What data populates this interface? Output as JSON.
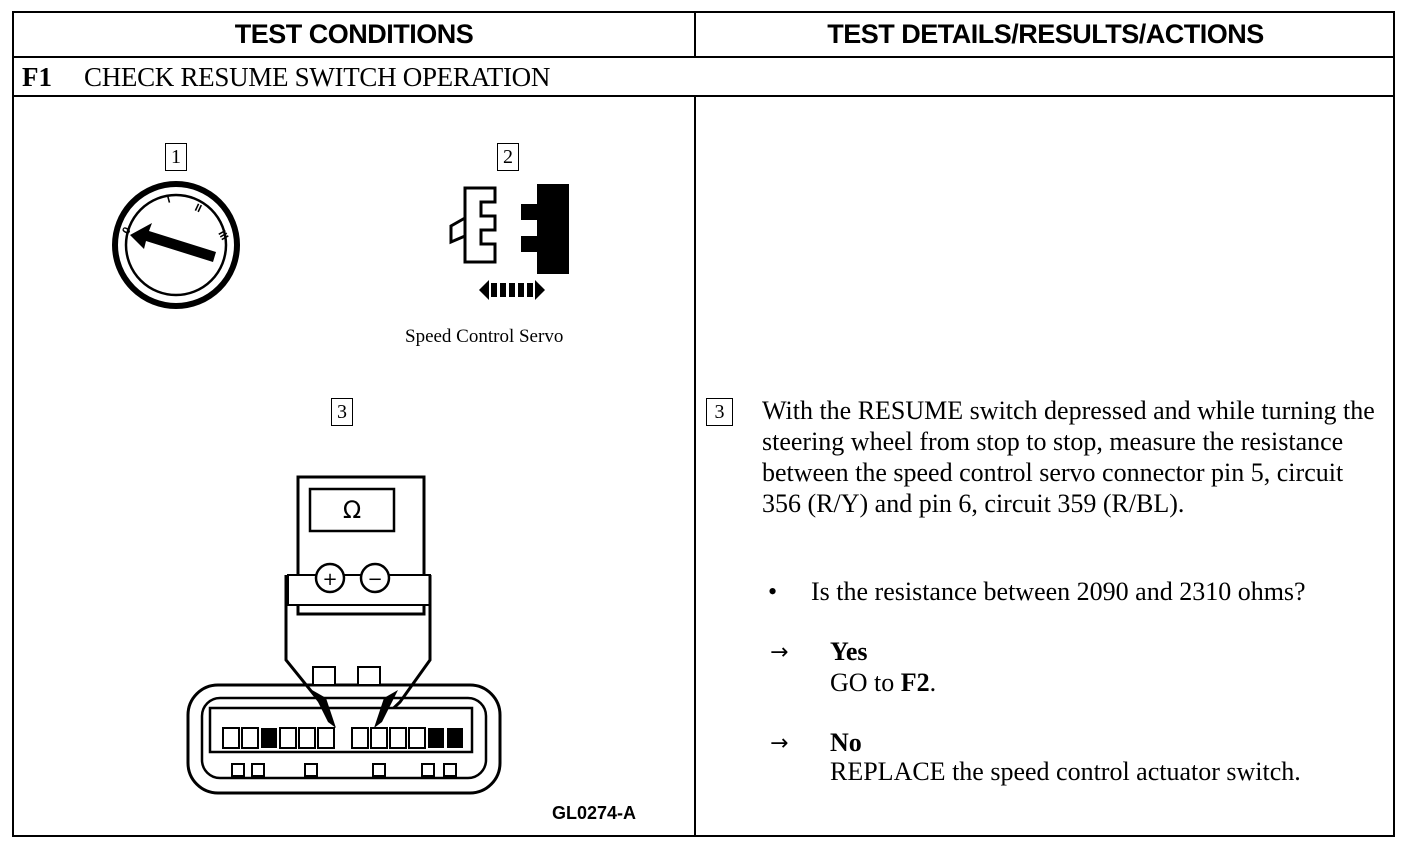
{
  "header": {
    "left_title": "TEST CONDITIONS",
    "right_title": "TEST DETAILS/RESULTS/ACTIONS"
  },
  "step": {
    "id": "F1",
    "title": "CHECK RESUME SWITCH OPERATION"
  },
  "figure": {
    "callout_1": "1",
    "callout_2": "2",
    "callout_3": "3",
    "ignition_positions": [
      "0",
      "I",
      "II",
      "III"
    ],
    "servo_caption": "Speed Control Servo",
    "meter_symbol": "Ω",
    "meter_plus": "+",
    "meter_minus": "−",
    "figure_code": "GL0274-A",
    "icons": [
      "ignition-key-icon",
      "connector-separate-icon",
      "ohmmeter-icon",
      "connector-probe-icon"
    ]
  },
  "details": {
    "callout": "3",
    "instruction": "With the RESUME switch depressed and while turning the steering wheel from stop to stop, measure the resistance between the speed control servo connector pin 5, circuit 356 (R/Y) and pin 6, circuit 359 (R/BL).",
    "bullet": "•",
    "question": "Is the resistance between 2090 and 2310 ohms?",
    "arrow": "→",
    "yes_label": "Yes",
    "yes_action_prefix": "GO to ",
    "yes_action_target": "F2",
    "yes_action_suffix": ".",
    "no_label": "No",
    "no_action": "REPLACE the speed control actuator switch."
  }
}
